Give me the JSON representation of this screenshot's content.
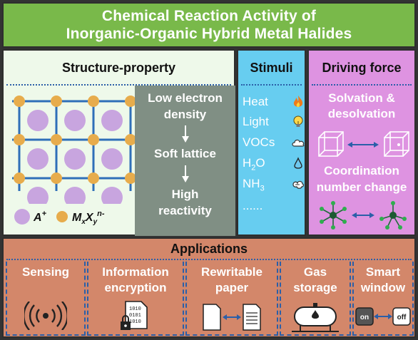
{
  "title": {
    "line1": "Chemical Reaction Activity of",
    "line2": "Inorganic-Organic Hybrid Metal Halides"
  },
  "structure_property": {
    "header": "Structure-property",
    "legend_a": "A",
    "legend_a_sup": "+",
    "legend_m": "M",
    "legend_m_sub_x": "x",
    "legend_x": "X",
    "legend_x_sub_y": "y",
    "legend_x_sup": "n-",
    "chain": [
      "Low electron",
      "density",
      "Soft lattice",
      "High",
      "reactivity"
    ]
  },
  "stimuli": {
    "header": "Stimuli",
    "items": [
      {
        "label": "Heat",
        "icon": "fire-icon"
      },
      {
        "label": "Light",
        "icon": "lightbulb-icon"
      },
      {
        "label": "VOCs",
        "icon": "cloud-icon"
      },
      {
        "label": "H",
        "sub": "2",
        "tail": "O",
        "icon": "water-drop-icon"
      },
      {
        "label": "NH",
        "sub": "3",
        "tail": "",
        "icon": "gas-puff-icon"
      }
    ],
    "more": "......"
  },
  "driving_force": {
    "header": "Driving force",
    "item1": [
      "Solvation &",
      "desolvation"
    ],
    "item2": [
      "Coordination",
      "number change"
    ]
  },
  "applications": {
    "header": "Applications",
    "items": [
      {
        "label": [
          "Sensing"
        ],
        "icon": "signal-waves-icon"
      },
      {
        "label": [
          "Information",
          "encryption"
        ],
        "icon": "encrypted-document-icon"
      },
      {
        "label": [
          "Rewritable",
          "paper"
        ],
        "icon": "paper-icon"
      },
      {
        "label": [
          "Gas",
          "storage"
        ],
        "icon": "gas-tank-icon"
      },
      {
        "label": [
          "Smart",
          "window"
        ],
        "icon": "switch-icon"
      }
    ],
    "switch_on": "on",
    "switch_off": "off",
    "binary_text": [
      "1010",
      "0101",
      "1010"
    ]
  },
  "colors": {
    "title_bg": "#79b94a",
    "structure_bg": "#eef9ea",
    "stimuli_bg": "#67cdf0",
    "driving_bg": "#de93e1",
    "applications_bg": "#d3876a",
    "cation_purple": "#c8a5df",
    "anion_orange": "#e7ac4c"
  }
}
